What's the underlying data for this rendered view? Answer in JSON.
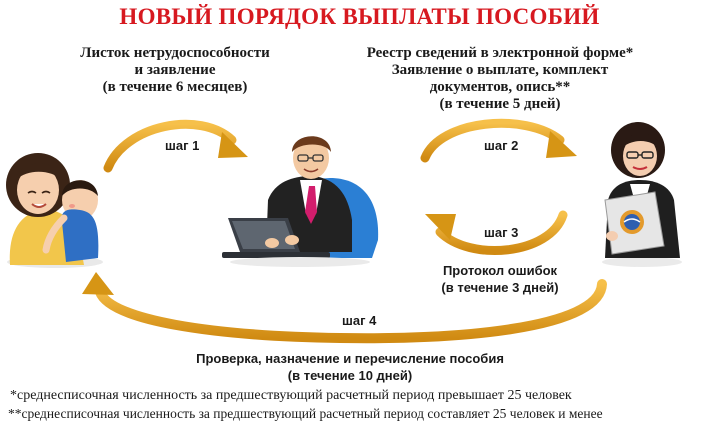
{
  "title": "НОВЫЙ ПОРЯДОК ВЫПЛАТЫ ПОСОБИЙ",
  "left_block": {
    "line1": "Листок нетрудоспособности",
    "line2": "и заявление",
    "line3": "(в течение 6 месяцев)"
  },
  "right_block": {
    "line1": "Реестр сведений в электронной форме*",
    "line2": "Заявление о выплате, комплект",
    "line3": "документов, опись**",
    "line4": "(в течение 5 дней)"
  },
  "steps": {
    "step1": "шаг 1",
    "step2": "шаг 2",
    "step3": "шаг 3",
    "step4": "шаг 4"
  },
  "errors_block": {
    "line1": "Протокол ошибок",
    "line2": "(в течение 3 дней)"
  },
  "bottom_block": {
    "line1": "Проверка, назначение и перечисление пособия",
    "line2": "(в течение 10 дней)"
  },
  "footnotes": {
    "note1": "*среднесписочная численность за предшествующий расчетный период превышает 25 человек",
    "note2": "**среднесписочная  численность  за  предшествующий  расчетный  период  составляет  25 человек и менее"
  },
  "colors": {
    "title": "#d71920",
    "arrow": "#e8a21a",
    "arrow_dark": "#c47f10"
  },
  "icons": {
    "mother": "mother-child-icon",
    "clerk": "clerk-at-laptop-icon",
    "specialist": "fss-specialist-icon"
  }
}
